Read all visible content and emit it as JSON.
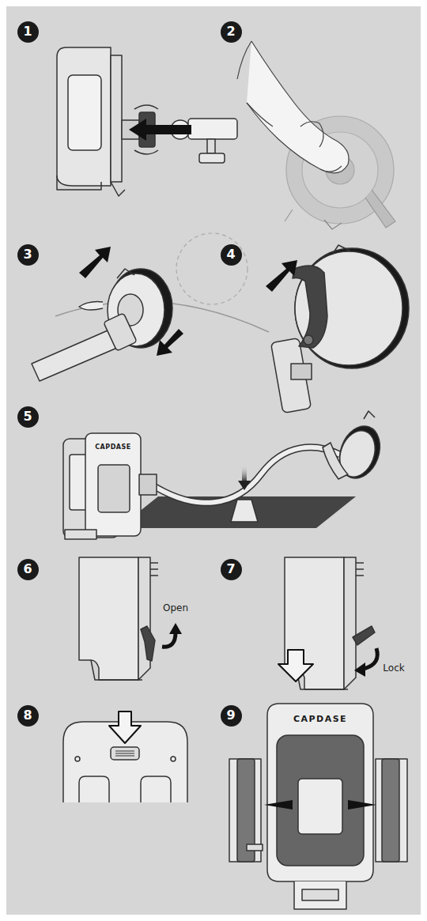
{
  "diagram": {
    "nodes": [
      {
        "text": [
          "1"
        ]
      },
      {
        "text": [
          "2"
        ]
      },
      {
        "text": [
          "3"
        ]
      },
      {
        "text": [
          "4"
        ]
      },
      {
        "text": [
          "5"
        ]
      },
      {
        "text": [
          "6"
        ]
      },
      {
        "text": [
          "7"
        ]
      },
      {
        "text": [
          "8"
        ]
      },
      {
        "text": [
          "9"
        ]
      }
    ],
    "labels": [
      "CAPDASE",
      "Open",
      "Lock",
      "CAPDASE"
    ]
  }
}
